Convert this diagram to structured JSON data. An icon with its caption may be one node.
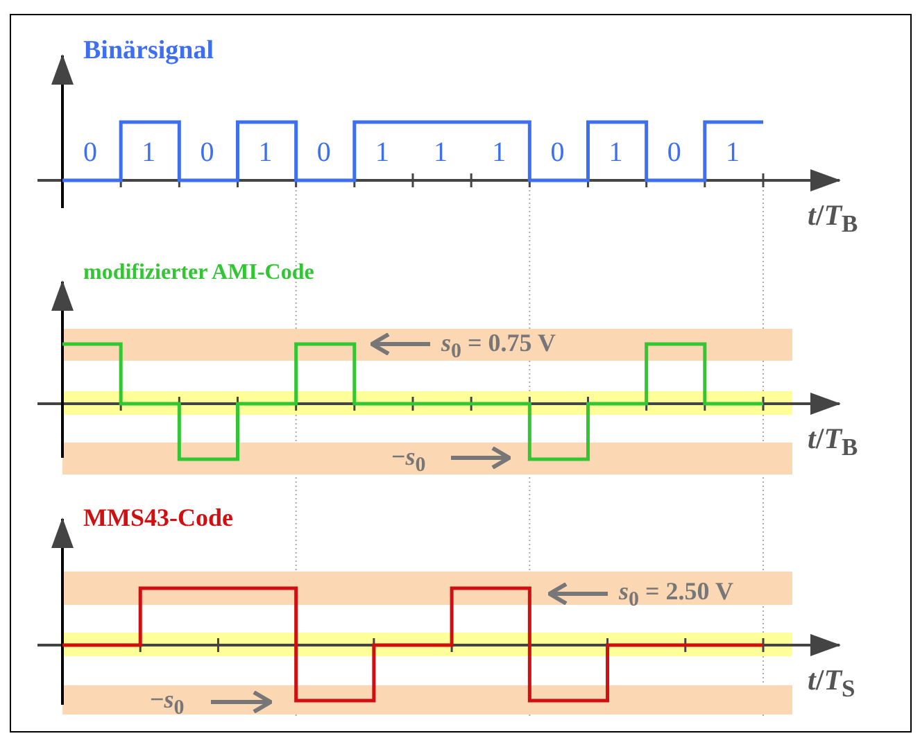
{
  "diagram": {
    "labels": [
      "Binärsignal",
      "0",
      "1",
      "0",
      "1",
      "0",
      "1",
      "1",
      "1",
      "0",
      "1",
      "0",
      "1",
      "*t*/*T*$_{B}$",
      "modifizierter AMI-Code",
      "*s*$_{0}$ = 0.75 V",
      "−*s*$_{0}$",
      "*t*/*T*$_{B}$",
      "MMS43-Code",
      "*s*$_{0}$ = 2.50 V",
      "−*s*$_{0}$",
      "*t*/*T*$_{S}$"
    ]
  }
}
